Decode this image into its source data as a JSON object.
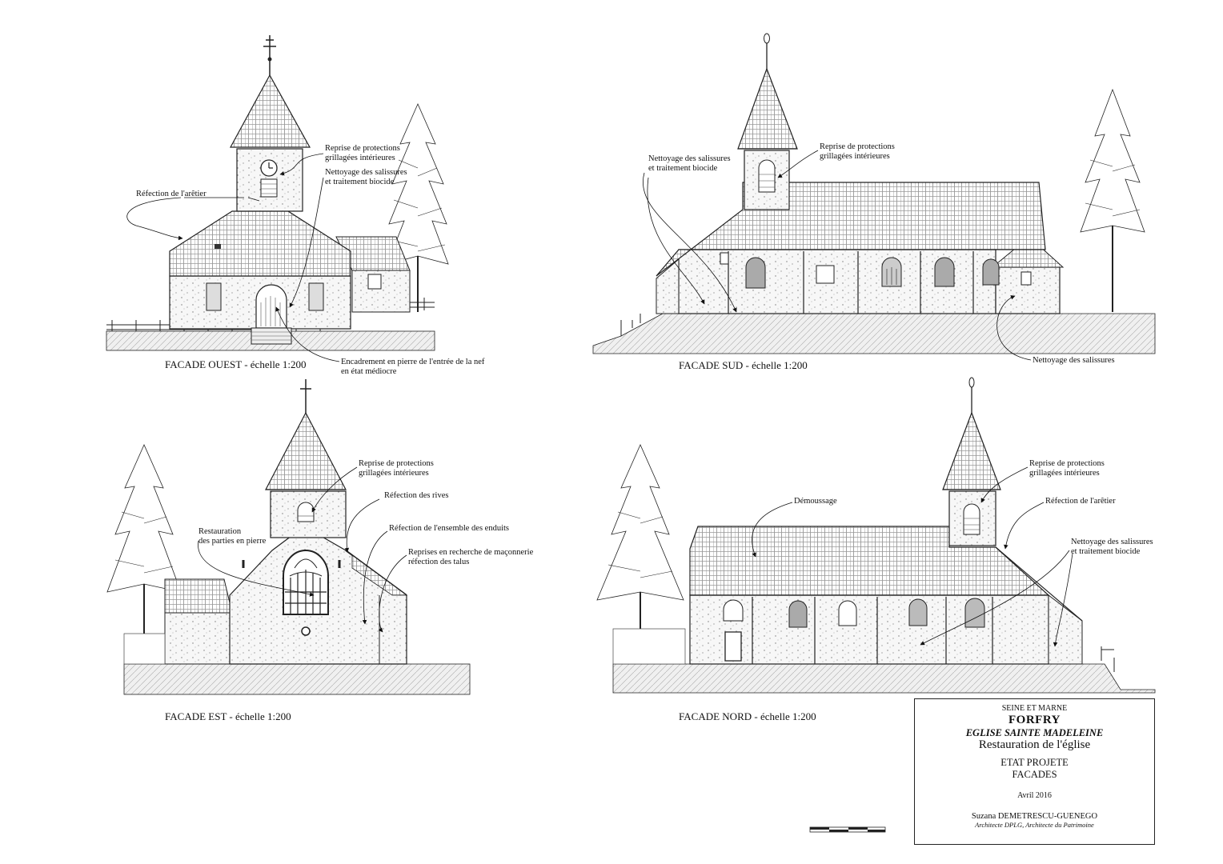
{
  "sheet": {
    "drawings": [
      {
        "id": "ouest",
        "caption": "FACADE OUEST - échelle 1:200",
        "annotations": [
          "Reprise de protections\ngrillagées intérieures",
          "Nettoyage des salissures\net traitement biocide",
          "Réfection de l'arêtier",
          "Encadrement en pierre de l'entrée de la nef\nen état médiocre"
        ]
      },
      {
        "id": "sud",
        "caption": "FACADE SUD - échelle 1:200",
        "annotations": [
          "Nettoyage des salissures\net traitement biocide",
          "Reprise de protections\ngrillagées intérieures",
          "Nettoyage des salissures"
        ]
      },
      {
        "id": "est",
        "caption": "FACADE EST - échelle 1:200",
        "annotations": [
          "Reprise de protections\ngrillagées intérieures",
          "Réfection des rives",
          "Restauration\ndes parties en pierre",
          "Réfection de l'ensemble des enduits",
          "Reprises en recherche de maçonnerie\nréfection des talus"
        ]
      },
      {
        "id": "nord",
        "caption": "FACADE NORD - échelle 1:200",
        "annotations": [
          "Reprise de protections\ngrillagées intérieures",
          "Démoussage",
          "Réfection de l'arêtier",
          "Nettoyage des salissures\net traitement biocide"
        ]
      }
    ]
  },
  "title_block": {
    "department": "SEINE ET MARNE",
    "commune": "FORFRY",
    "church": "EGLISE SAINTE MADELEINE",
    "project": "Restauration de l'église",
    "state": "ETAT PROJETE",
    "sheet_name": "FACADES",
    "date": "Avril 2016",
    "architect": "Suzana DEMETRESCU-GUENEGO",
    "architect_title": "Architecte DPLG, Architecte du Patrimoine"
  },
  "colors": {
    "ink": "#111111",
    "roof_hatch": "#555555",
    "wall_fill": "#f4f4f4",
    "ground_fill": "#eeeeee"
  }
}
